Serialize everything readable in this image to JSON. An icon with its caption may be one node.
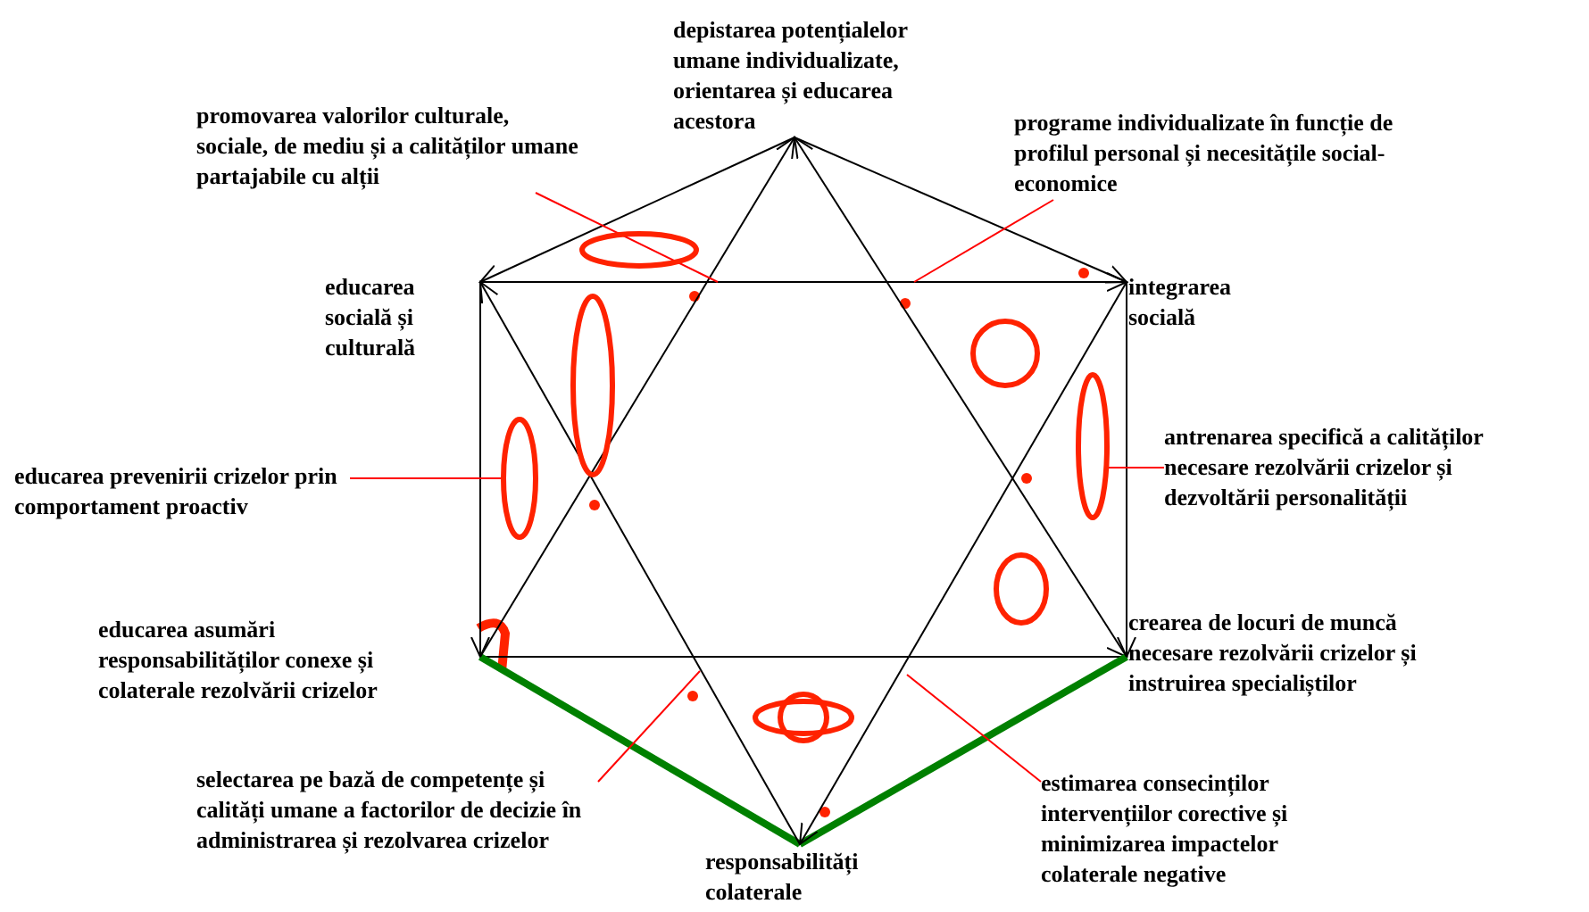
{
  "diagram": {
    "nodes": [
      {
        "text": [
          "depistarea potențialelor umane individualizate, orientarea și educarea acestora"
        ]
      },
      {
        "text": [
          "promovarea valorilor culturale, sociale, de mediu și a calităților umane partajabile cu alții"
        ]
      },
      {
        "text": [
          "programe individualizate în funcție de profilul personal și necesitățile social-economice"
        ]
      },
      {
        "text": [
          "educarea socială și culturală"
        ]
      },
      {
        "text": [
          "integrarea socială"
        ]
      },
      {
        "text": [
          "educarea prevenirii crizelor prin comportament proactiv"
        ]
      },
      {
        "text": [
          "antrenarea specifică a calităților necesare rezolvării crizelor și dezvoltării personalității"
        ]
      },
      {
        "text": [
          "educarea asumări responsabilităților conexe și colaterale rezolvării crizelor"
        ]
      },
      {
        "text": [
          "crearea de locuri de muncă necesare rezolvării crizelor și instruirea specialiștilor"
        ]
      },
      {
        "text": [
          "selectarea pe bază de competențe și calități umane a factorilor de decizie în administrarea și rezolvarea crizelor"
        ]
      },
      {
        "text": [
          "estimarea consecinților intervențiilor corective și minimizarea impactelor colaterale negative"
        ]
      },
      {
        "text": [
          "responsabilități colaterale"
        ]
      },
      {
        "text": [],
        "shape": "ellipse"
      },
      {
        "text": [],
        "shape": "ellipse"
      },
      {
        "text": [],
        "shape": "ellipse"
      },
      {
        "text": [],
        "shape": "ellipse"
      },
      {
        "text": [],
        "shape": "circle"
      },
      {
        "text": [],
        "shape": "circle"
      },
      {
        "text": [],
        "shape": "ellipse"
      },
      {
        "text": [],
        "shape": "ellipse"
      }
    ],
    "edges": [
      {
        "from": 0,
        "to": 3,
        "arrow": "to"
      },
      {
        "from": 3,
        "to": 4,
        "arrow": "to"
      },
      {
        "from": 0,
        "to": 4,
        "arrow": "to"
      },
      {
        "from": 3,
        "to": 7,
        "arrow": "to"
      },
      {
        "from": 4,
        "to": 8,
        "arrow": "to"
      },
      {
        "from": 7,
        "to": 8,
        "arrow": "to"
      },
      {
        "from": 7,
        "to": 11,
        "arrow": "none",
        "style": "thick",
        "color": "#008000"
      },
      {
        "from": 11,
        "to": 8,
        "arrow": "none",
        "style": "thick",
        "color": "#008000"
      },
      {
        "from": 7,
        "to": 0,
        "arrow": "to"
      },
      {
        "from": 8,
        "to": 0,
        "arrow": "to"
      },
      {
        "from": 11,
        "to": 3,
        "arrow": "to"
      },
      {
        "from": 4,
        "to": 11,
        "arrow": "to"
      },
      {
        "from": 1,
        "to": null,
        "arrow": "none",
        "color": "#ff0000"
      },
      {
        "from": 2,
        "to": null,
        "arrow": "none",
        "color": "#ff0000"
      },
      {
        "from": 5,
        "to": 12,
        "arrow": "none",
        "color": "#ff0000"
      },
      {
        "from": 6,
        "to": 19,
        "arrow": "none",
        "color": "#ff0000"
      },
      {
        "from": 9,
        "to": null,
        "arrow": "none",
        "color": "#ff0000"
      },
      {
        "from": 10,
        "to": null,
        "arrow": "none",
        "color": "#ff0000"
      }
    ]
  }
}
